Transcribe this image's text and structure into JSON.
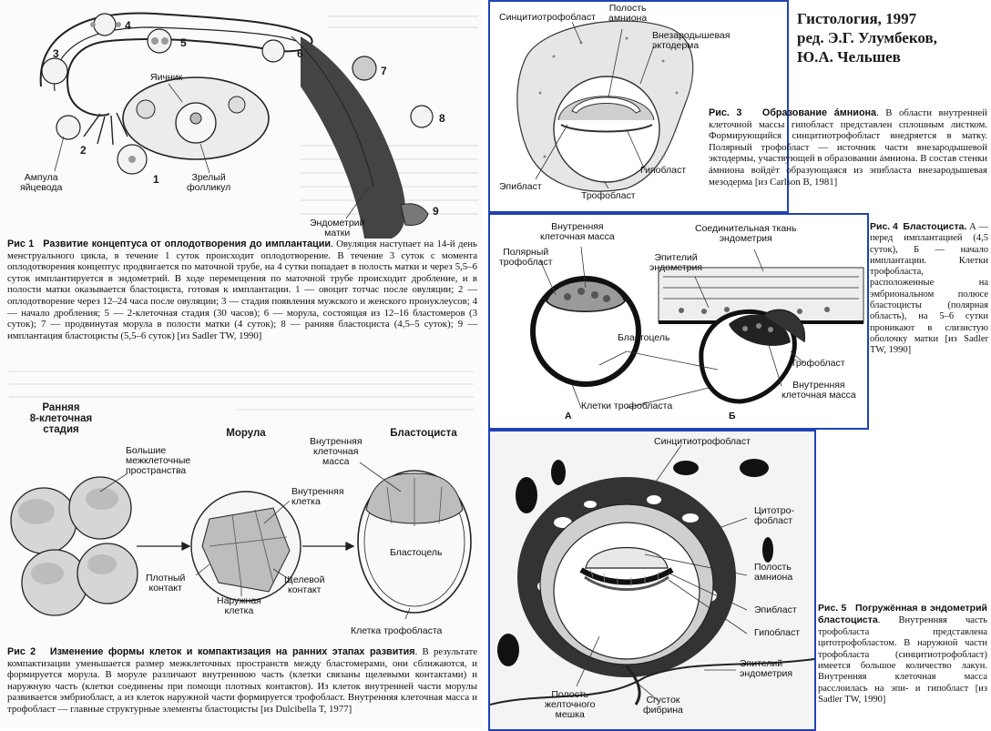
{
  "left_page": {
    "fig1": {
      "labels": {
        "n1": "1",
        "n2": "2",
        "n3": "3",
        "n4": "4",
        "n5": "5",
        "n6": "6",
        "n7": "7",
        "n8": "8",
        "n9": "9",
        "ovary": "Яичник",
        "ampulla": "Ампула\nяйцевода",
        "follicle": "Зрелый\nфолликул",
        "endometrium": "Эндометрий\nматки"
      },
      "caption_prefix": "Рис",
      "caption_num": "1",
      "caption_title": "Развитие концептуса от оплодотворения до имплантации",
      "caption_text": ". Овуляция наступает на 14-й день менструального цикла, в течение 1 суток происходит оплодотворение. В течение 3 суток с момента оплодотворения концептус продвигается по маточной трубе, на 4 сутки попадает в полость матки и через 5,5–6 суток имплантируется в эндометрий. В ходе перемещения по маточной трубе происходит дробление, и в полости матки оказывается бластоциста, готовая к имплантации. 1 — овоцит тотчас после овуляции; 2 — оплодотворение через 12–24 часа после овуляции; 3 — стадия появления мужского и женского пронуклеусов; 4 — начало дробления; 5 — 2-клеточная стадия (30 часов); 6 — морула, состоящая из 12–16 бластомеров (3 суток); 7 — продвинутая морула в полости матки (4 суток); 8 — ранняя бластоциста (4,5–5 суток); 9 — имплантация бластоцисты (5,5–6 суток) [из Sadler TW, 1990]"
    },
    "fig2": {
      "stage1": "Ранняя\n8-клеточная\nстадия",
      "stage2": "Морула",
      "stage3": "Бластоциста",
      "labels": {
        "spaces": "Большие\nмежклеточные\nпространства",
        "inner_cell": "Внутренняя\nклетка",
        "inner_mass": "Внутренняя\nклеточная\nмасса",
        "tight": "Плотный\nконтакт",
        "gap": "Щелевой\nконтакт",
        "outer_cell": "Наружная\nклетка",
        "blastocoel": "Бластоцель",
        "trophoblast_cell": "Клетка трофобласта"
      },
      "caption_prefix": "Рис",
      "caption_num": "2",
      "caption_title": "Изменение формы клеток и компактизация на ранних этапах развития",
      "caption_text": ". В результате компактизации уменьшается размер межклеточных пространств между бластомерами, они сближаются, и формируется морула. В моруле различают внутреннюю часть (клетки связаны щелевыми контактами) и наружную часть (клетки соединены при помощи плотных контактов). Из клеток внутренней части морулы развивается эмбриобласт, а из клеток наружной части формируется трофобласт. Внутренняя клеточная масса и трофобласт — главные структурные элементы бластоцисты [из Dulcibella T, 1977]"
    }
  },
  "header": {
    "line1": "Гистология, 1997",
    "line2": "ред. Э.Г. Улумбеков,",
    "line3": "Ю.А. Чельшев"
  },
  "fig3": {
    "labels": {
      "syncytio": "Синцитиотрофобласт",
      "amnion_cavity": "Полость\nамниона",
      "extra_ecto": "Внезародышевая\nэктодерма",
      "hypoblast": "Гипобласт",
      "epiblast": "Эпибласт",
      "trophoblast": "Трофобласт"
    },
    "caption_prefix": "Рис.",
    "caption_num": "3",
    "caption_title": "Образование áмниона",
    "caption_text": ". В области внутренней клеточной массы гипобласт представлен сплошным листком. Формирующийся синцитиотрофобласт внедряется в матку. Полярный трофобласт — источник части внезародышевой эктодермы, участвующей в образовании áмниона. В состав стенки áмниона войдёт образующаяся из эпибласта внезародышевая мезодерма [из Carlson B, 1981]"
  },
  "fig4": {
    "labels": {
      "inner_mass": "Внутренняя\nклеточная масса",
      "polar": "Полярный\nтрофобласт",
      "connective": "Соединительная ткань\nэндометрия",
      "epithelium": "Эпителий\nэндометрия",
      "blastocoel": "Бластоцель",
      "trophoblast": "Трофобласт",
      "inner_mass2": "Внутренняя\nклеточная масса",
      "troph_cells": "Клетки трофобласта",
      "a": "А",
      "b": "Б"
    },
    "caption_prefix": "Рис.",
    "caption_num": "4",
    "caption_title": "Бластоциста.",
    "caption_text": "А — перед имплантацией (4,5 суток), Б — начало имплантации. Клетки трофобласта, расположенные на эмбриональном полюсе бластоцисты (полярная область), на 5–6 сутки проникают в слизистую оболочку матки [из Sadler TW, 1990]"
  },
  "fig5": {
    "labels": {
      "syncytio": "Синцитиотрофобласт",
      "cytotroph": "Цитотро-\nфобласт",
      "amnion": "Полость\nамниона",
      "epiblast": "Эпибласт",
      "hypoblast": "Гипобласт",
      "epithelium": "Эпителий\nэндометрия",
      "clot": "Сгусток\nфибрина",
      "yolk": "Полость\nжелточного\nмешка"
    },
    "caption_prefix": "Рис.",
    "caption_num": "5",
    "caption_title": "Погружённая в эндометрий бластоциста",
    "caption_text": ". Внутренняя часть трофобласта представлена цитотрофобластом. В наружной части трофобласта (синцитиотрофобласт) имеется большое количество лакун. Внутренняя клеточная масса расслоилась на эпи- и гипобласт [из Sadler TW, 1990]"
  },
  "colors": {
    "panel_border": "#1f43b5",
    "ink": "#1a1a1a"
  }
}
